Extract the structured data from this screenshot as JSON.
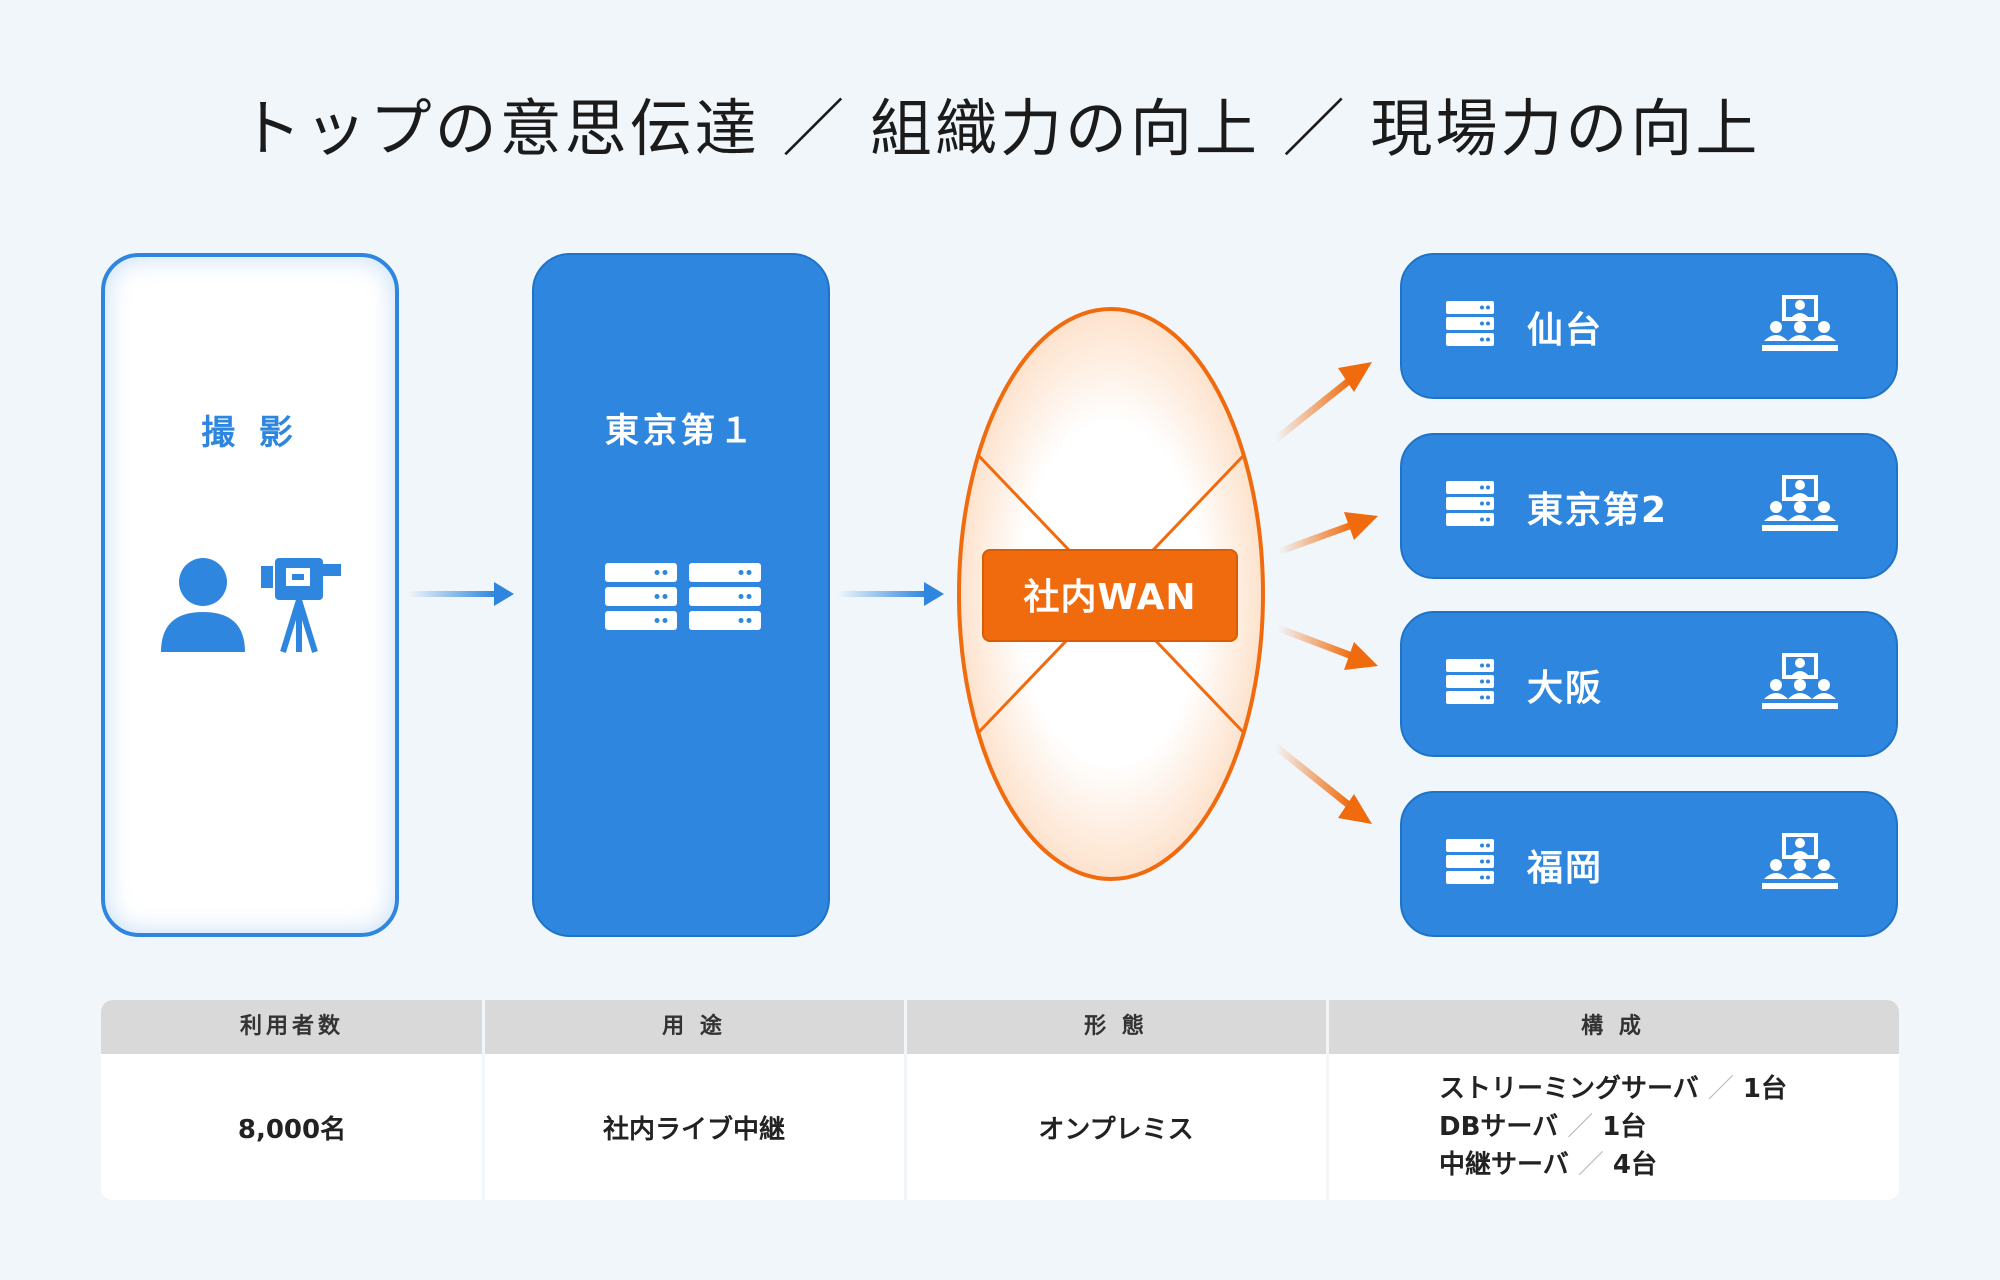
{
  "title": "トップの意思伝達 ／ 組織力の向上 ／ 現場力の向上",
  "source_box": {
    "label": "撮 影"
  },
  "hub_box": {
    "label": "東京第１"
  },
  "network": {
    "label": "社内WAN"
  },
  "sites": [
    {
      "name": "仙台"
    },
    {
      "name": "東京第2"
    },
    {
      "name": "大阪"
    },
    {
      "name": "福岡"
    }
  ],
  "table": {
    "headers": [
      "利用者数",
      "用 途",
      "形 態",
      "構 成"
    ],
    "users": "8,000名",
    "usage": "社内ライブ中継",
    "form": "オンプレミス",
    "config": [
      {
        "item": "ストリーミングサーバ",
        "sep": "／",
        "count": "1台"
      },
      {
        "item": "DBサーバ",
        "sep": "／",
        "count": "1台"
      },
      {
        "item": "中継サーバ",
        "sep": "／",
        "count": "4台"
      }
    ]
  },
  "colors": {
    "primary_blue": "#2e86de",
    "accent_orange": "#f06b0e",
    "background": "#f1f6fa"
  }
}
